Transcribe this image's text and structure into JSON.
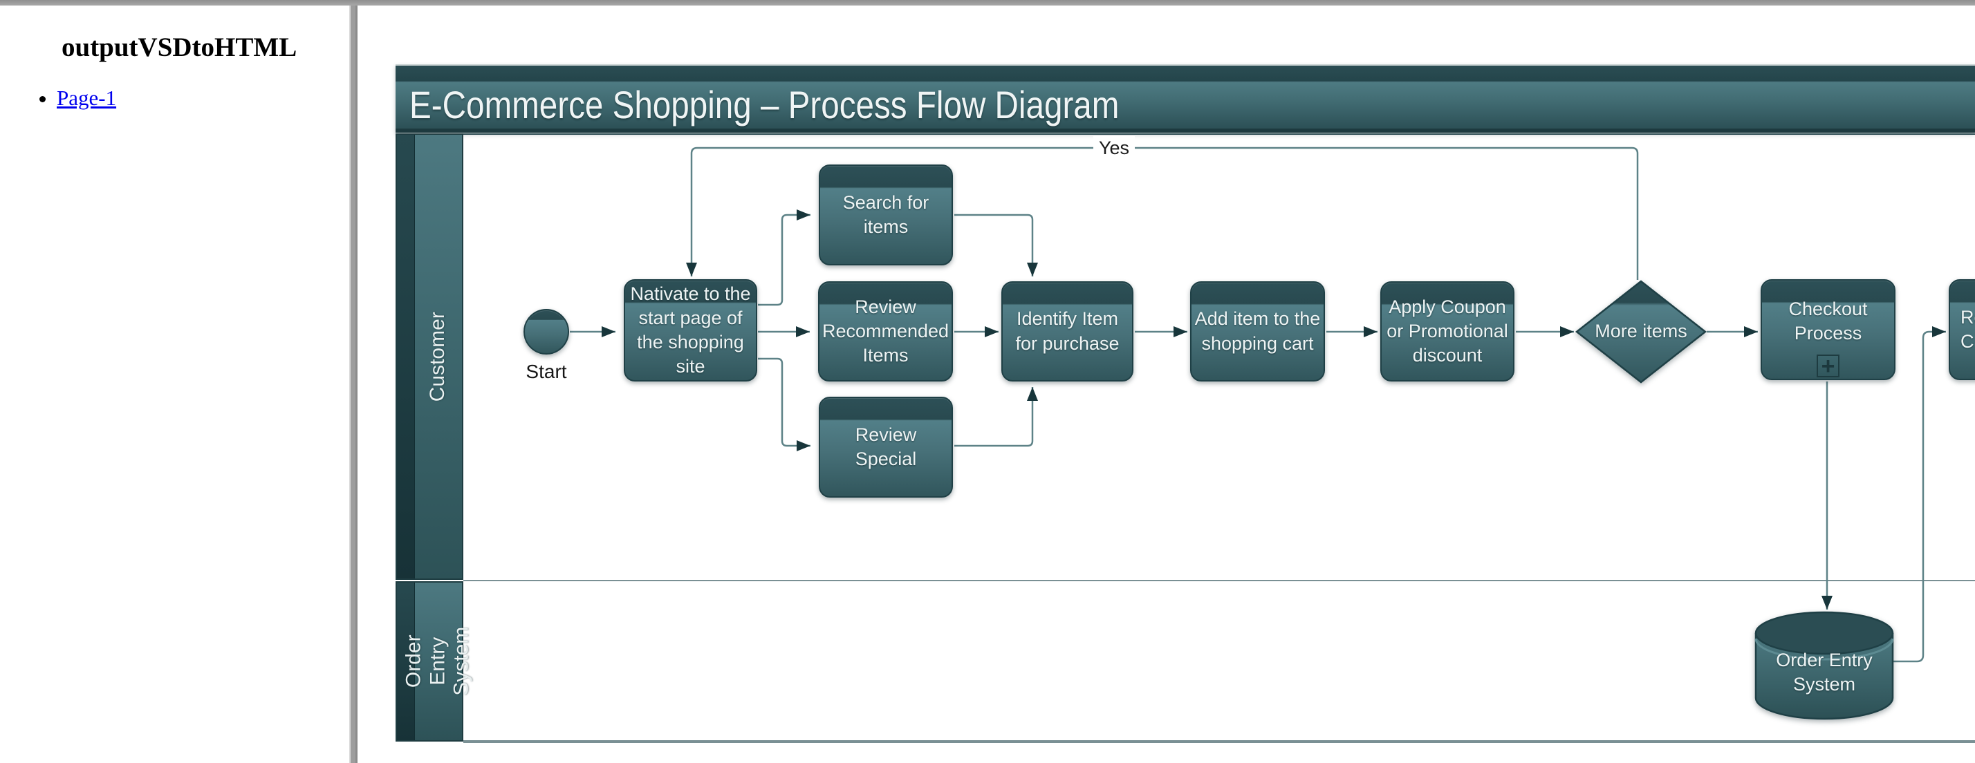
{
  "sidebar": {
    "title": "outputVSDtoHTML",
    "pages": [
      {
        "label": "Page-1"
      }
    ]
  },
  "diagram": {
    "title": "E-Commerce Shopping – Process Flow Diagram",
    "lanes": [
      {
        "label": "Customer"
      },
      {
        "label": "Order Entry\nSystem"
      }
    ],
    "nodes": {
      "start": {
        "label": "Start",
        "shape": "circle"
      },
      "navigate": {
        "label": "Nativate to the\nstart page of\nthe shopping\nsite",
        "shape": "process"
      },
      "search_items": {
        "label": "Search for\nitems",
        "shape": "process"
      },
      "review_recommended": {
        "label": "Review\nRecommended\nItems",
        "shape": "process"
      },
      "review_special": {
        "label": "Review\nSpecial",
        "shape": "process"
      },
      "identify_item": {
        "label": "Identify Item\nfor purchase",
        "shape": "process"
      },
      "add_to_cart": {
        "label": "Add item to the\nshopping cart",
        "shape": "process"
      },
      "apply_coupon": {
        "label": "Apply Coupon\nor Promotional\ndiscount",
        "shape": "process"
      },
      "more_items": {
        "label": "More items",
        "shape": "decision"
      },
      "checkout": {
        "label": "Checkout\nProcess",
        "shape": "subprocess"
      },
      "receive_clipped": {
        "label": "Re\nC",
        "shape": "process-partially-visible"
      },
      "order_entry_db": {
        "label": "Order Entry\nSystem",
        "shape": "data-store"
      }
    },
    "edge_labels": {
      "more_items_yes": "Yes"
    },
    "icons": {
      "subprocess_plus": "+"
    },
    "colors": {
      "shape_dark": "#2b4d53",
      "shape_light": "#527f88",
      "title_band_dark": "#27494f",
      "title_band_mid": "#48747b",
      "connector": "#5d8287",
      "arrowhead": "#18363b",
      "link_blue": "#0000ee"
    }
  }
}
